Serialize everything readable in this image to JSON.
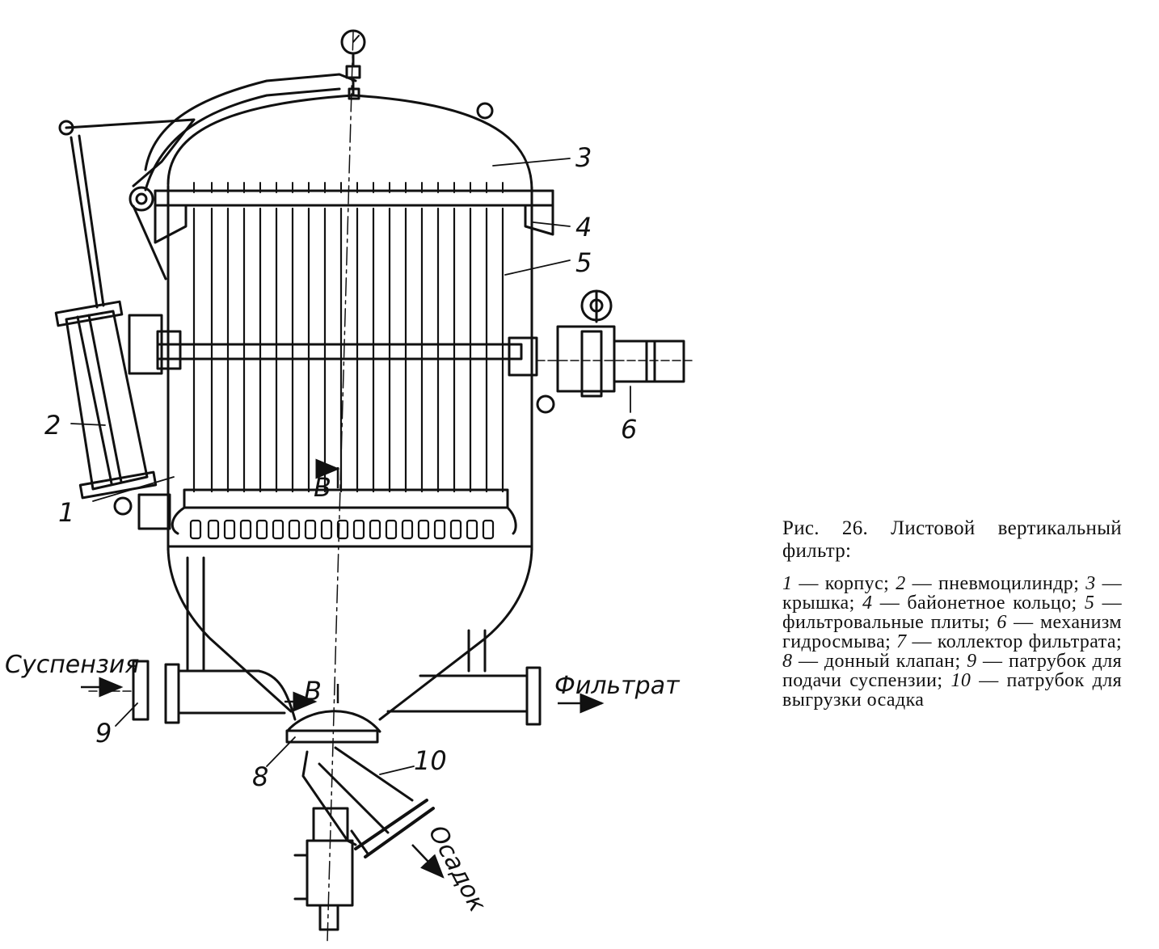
{
  "caption": {
    "title": "Рис. 26. Листовой вертикальный фильтр:",
    "legend": [
      {
        "num": "1",
        "text": "корпус"
      },
      {
        "num": "2",
        "text": "пневмоцилиндр"
      },
      {
        "num": "3",
        "text": "крышка"
      },
      {
        "num": "4",
        "text": "байонетное кольцо"
      },
      {
        "num": "5",
        "text": "фильтровальные плиты"
      },
      {
        "num": "6",
        "text": "механизм гидросмыва"
      },
      {
        "num": "7",
        "text": "коллектор фильтрата"
      },
      {
        "num": "8",
        "text": "донный клапан"
      },
      {
        "num": "9",
        "text": "патрубок для подачи суспензии"
      },
      {
        "num": "10",
        "text": "патрубок для выгрузки осадка"
      }
    ]
  },
  "diagram": {
    "callouts": [
      "1",
      "2",
      "3",
      "4",
      "5",
      "6",
      "8",
      "9",
      "10"
    ],
    "section_mark": "В",
    "flows": {
      "inlet": "Суспензия",
      "outlet": "Фильтрат",
      "discharge": "Осадок"
    },
    "icons": [
      "pressure-gauge-icon",
      "flow-arrow-icon"
    ]
  }
}
